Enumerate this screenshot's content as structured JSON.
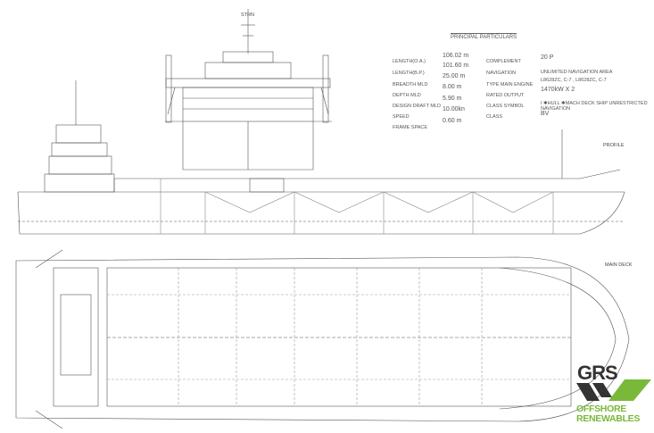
{
  "drawing": {
    "section_label": "STRN",
    "profile_label": "PROFILE",
    "main_deck_label": "MAIN DECK",
    "principal_particulars": {
      "title": "PRINCIPAL PARTICULARS",
      "left": [
        {
          "label": "LENGTH(O.A.)",
          "value": "106.02 m"
        },
        {
          "label": "LENGTH(B.P.)",
          "value": "101.60 m"
        },
        {
          "label": "BREADTH MLD",
          "value": "25.00 m"
        },
        {
          "label": "DEPTH MLD",
          "value": "8.00 m"
        },
        {
          "label": "DESIGN DRAFT MLD",
          "value": "5.90 m"
        },
        {
          "label": "SPEED",
          "value": "10.00kn"
        },
        {
          "label": "FRAME SPACE",
          "value": "0.60 m"
        }
      ],
      "right": [
        {
          "label": "COMPLEMENT",
          "value": "20 P"
        },
        {
          "label": "NAVIGATION",
          "value": "UNLIMITED NAVIGATION AREA"
        },
        {
          "label": "TYPE MAIN ENGINE",
          "value": "L8628ZC, C-7 ,  L8628ZC, C-7"
        },
        {
          "label": "RATED OUTPUT",
          "value": "1470kW X 2"
        },
        {
          "label": "CLASS SYMBOL",
          "value": "I ✱HULL ✱MACH DECK SHIP  UNRESTRICTED NAVIGATION"
        },
        {
          "label": "CLASS",
          "value": "BV"
        }
      ]
    }
  },
  "logo": {
    "text": "GRS",
    "line1": "OFFSHORE",
    "line2": "RENEWABLES",
    "green": "#7ab83a",
    "dark": "#333333"
  }
}
